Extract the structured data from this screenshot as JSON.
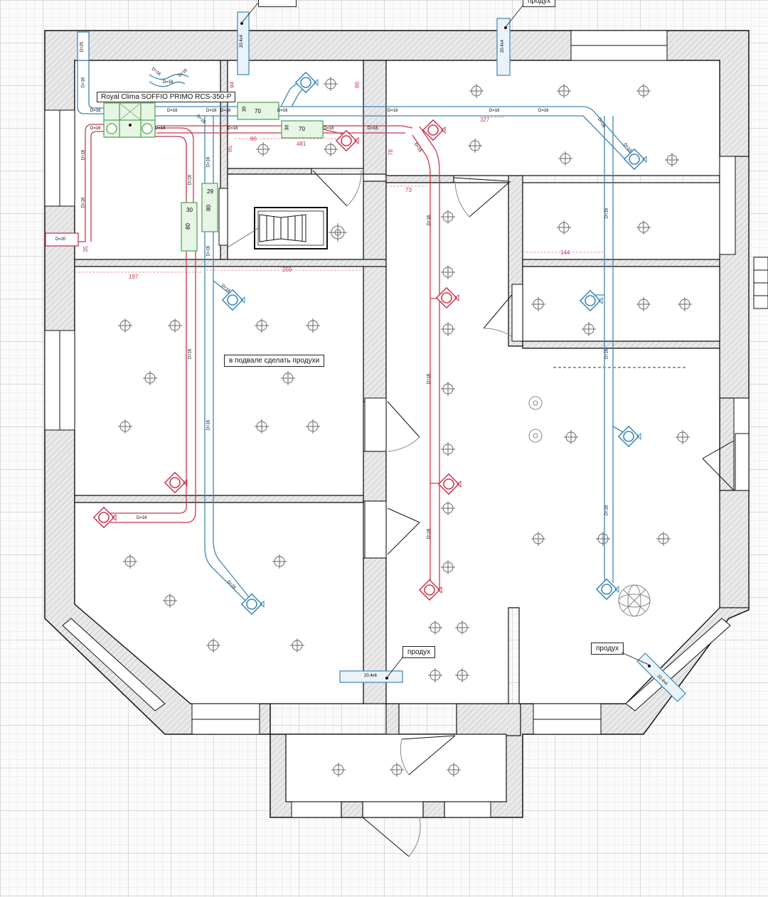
{
  "unit_label": "Royal Clima SOFFIO PRIMO RCS-350-P",
  "note": "в подвале сделать продухи",
  "callouts": {
    "top_left": "",
    "top": "продух",
    "bottom_center": "продух",
    "bottom_right": "продух"
  },
  "vents": {
    "top_left": "20.4x4",
    "top_right": "20.4x4",
    "bottom_center": "20.4x6",
    "bottom_right": "20.4x4"
  },
  "duct_labels": {
    "d16": "D=16",
    "d20": "D=20",
    "d20_top": "D=20"
  },
  "fitting_labels": {
    "f30": "30",
    "f70": "70",
    "f29": "29",
    "f80": "80"
  },
  "dimensions": {
    "d94": "94",
    "d86a": "86",
    "d327": "327",
    "d85": "85",
    "d86b": "86",
    "d481": "481",
    "d78": "78",
    "d73": "73",
    "d35": "35",
    "d197": "197",
    "d259": "259",
    "d144": "144"
  },
  "colors": {
    "supply_duct": "#3d86b4",
    "exhaust_duct": "#c8384e",
    "unit": "#5aa55a",
    "wall_fill": "#e6e6e6",
    "wall_stroke": "#111111",
    "dimension": "#c8384e"
  },
  "icons": {
    "ceiling_light": "crosshair-circle",
    "supply_grille": "square-diffuser",
    "exhaust_grille": "square-diffuser",
    "stairs": "stair-flight",
    "chandelier": "ornamental-fixture"
  }
}
